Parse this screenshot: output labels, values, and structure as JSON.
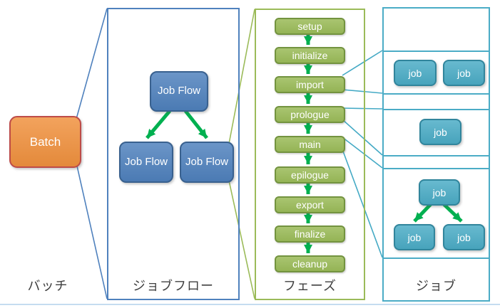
{
  "batch": {
    "node_label": "Batch",
    "caption": "バッチ"
  },
  "jobflow": {
    "caption": "ジョブフロー",
    "root": "Job Flow",
    "children": [
      "Job Flow",
      "Job Flow"
    ]
  },
  "phases": {
    "caption": "フェーズ",
    "items": [
      "setup",
      "initialize",
      "import",
      "prologue",
      "main",
      "epilogue",
      "export",
      "finalize",
      "cleanup"
    ]
  },
  "jobs": {
    "caption": "ジョブ",
    "pair": [
      "job",
      "job"
    ],
    "single": "job",
    "tree": {
      "root": "job",
      "children": [
        "job",
        "job"
      ]
    }
  },
  "colors": {
    "batch_fill": "#F0913E",
    "batch_border": "#BE4B48",
    "jobflow_fill": "#4F81BD",
    "jobflow_border": "#39618F",
    "phase_fill": "#9BBB59",
    "phase_border": "#73933F",
    "job_fill": "#4BACC6",
    "job_border": "#31859C",
    "arrow": "#00B050",
    "connector_blue": "#4F81BD",
    "connector_green": "#9BBB59",
    "connector_cyan": "#45AAC5",
    "caption_text": "#3F3F3F",
    "baseline": "#C5DCF0"
  }
}
